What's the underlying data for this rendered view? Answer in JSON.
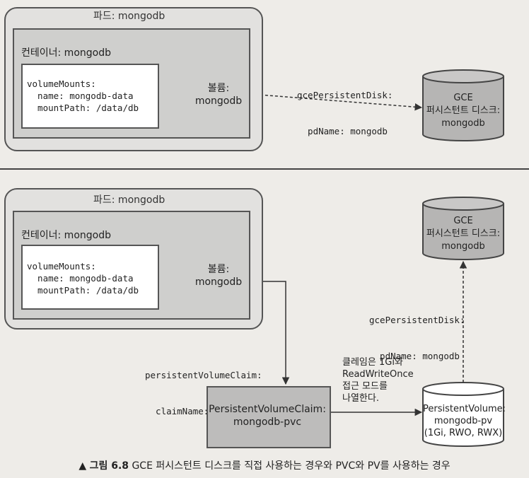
{
  "top": {
    "pod_label": "파드: mongodb",
    "container_label": "컨테이너: mongodb",
    "volume_mounts": [
      "volumeMounts:",
      "  name: mongodb-data",
      "  mountPath: /data/db"
    ],
    "volume": [
      "볼륨:",
      "mongodb"
    ],
    "link_label": [
      "gcePersistentDisk:",
      "  pdName: mongodb"
    ],
    "disk": [
      "GCE",
      "퍼시스턴트 디스크:",
      "mongodb"
    ]
  },
  "bottom": {
    "pod_label": "파드: mongodb",
    "container_label": "컨테이너: mongodb",
    "volume_mounts": [
      "volumeMounts:",
      "  name: mongodb-data",
      "  mountPath: /data/db"
    ],
    "volume": [
      "볼륨:",
      "mongodb"
    ],
    "claim_label": [
      "persistentVolumeClaim:",
      "  claimName: mongodb-pvc"
    ],
    "disk": [
      "GCE",
      "퍼시스턴트 디스크:",
      "mongodb"
    ],
    "gce_label": [
      "gcePersistentDisk:",
      "  pdName: mongodb"
    ],
    "note": [
      "클레임은 1Gi와",
      "ReadWriteOnce",
      "접근 모드를",
      "나열한다."
    ],
    "pvc": [
      "PersistentVolumeClaim:",
      "mongodb-pvc"
    ],
    "pv": [
      "PersistentVolume:",
      "mongodb-pv",
      "(1Gi, RWO, RWX)"
    ]
  },
  "caption": {
    "marker": "▲",
    "figure_no": "그림 6.8",
    "text": "GCE 퍼시스턴트 디스크를 직접 사용하는 경우와 PVC와 PV를 사용하는 경우"
  }
}
